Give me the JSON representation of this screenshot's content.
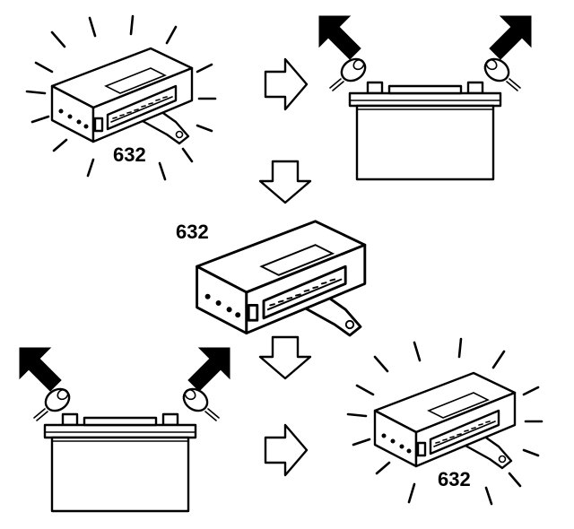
{
  "diagram": {
    "steps": [
      {
        "id": "module-active-top",
        "label": "632",
        "glowing": true
      },
      {
        "id": "battery-disconnected-top",
        "cables_removed": true
      },
      {
        "id": "module-center",
        "label": "632",
        "glowing": false
      },
      {
        "id": "battery-disconnected-bottom",
        "cables_removed": true
      },
      {
        "id": "module-active-bottom",
        "label": "632",
        "glowing": true
      }
    ],
    "flow_arrows": [
      "right",
      "down",
      "down",
      "right"
    ],
    "colors": {
      "ink": "#000000",
      "background": "#ffffff"
    },
    "icons": [
      "control-module-icon",
      "battery-icon",
      "cable-clamp-icon",
      "flow-arrow-icon",
      "removal-arrow-icon"
    ]
  }
}
